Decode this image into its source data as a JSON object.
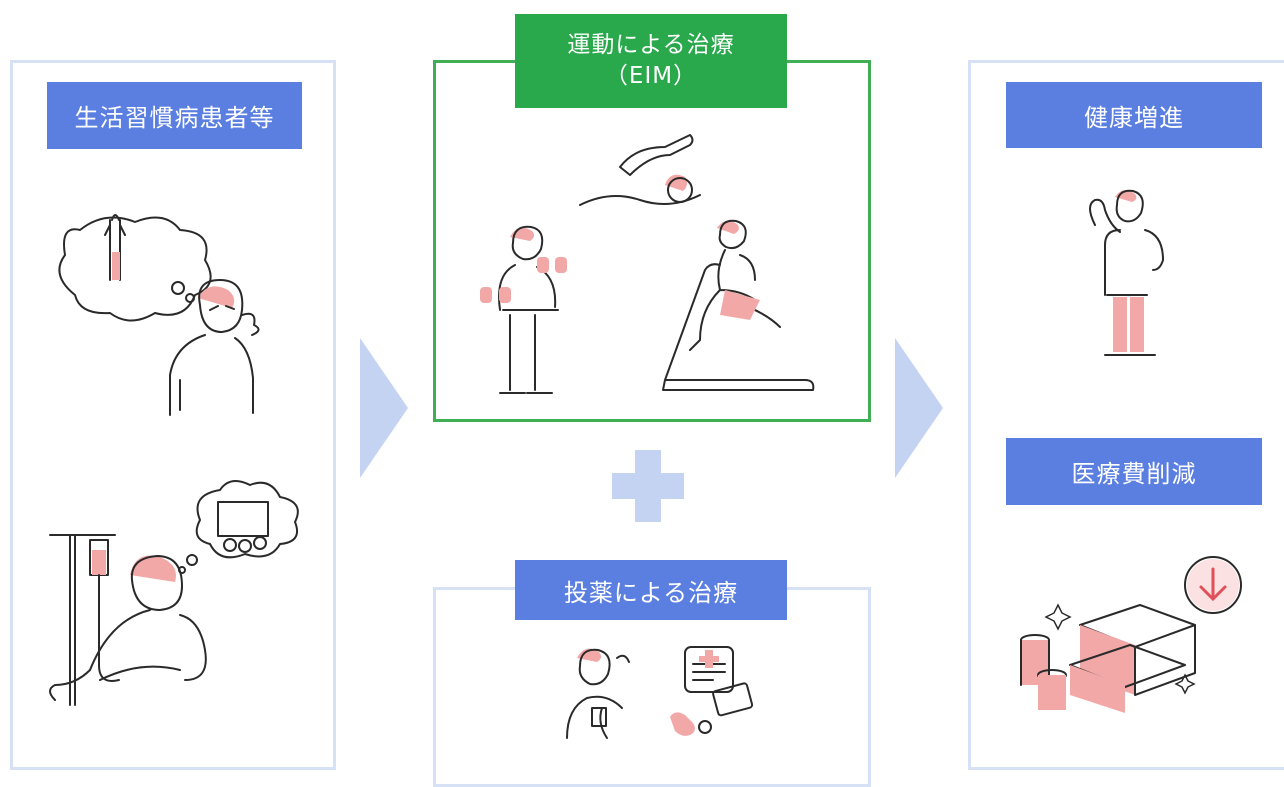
{
  "left": {
    "title": "生活習慣病患者等"
  },
  "center": {
    "exercise": {
      "title_line1": "運動による治療",
      "title_line2": "（EIM）"
    },
    "medication": {
      "title": "投薬による治療"
    }
  },
  "right": {
    "item1": "健康増進",
    "item2": "医療費削減"
  },
  "colors": {
    "label_blue": "#5b7fe0",
    "label_green": "#29a94b",
    "panel_border": "#d7e1f5",
    "exercise_border": "#3fae55",
    "arrow": "#c5d3f3",
    "accent_pink": "#f3a8a8"
  },
  "icons": [
    "sighing-man-icon",
    "hospital-patient-icon",
    "weightlifting-man-icon",
    "swimmer-icon",
    "treadmill-runner-icon",
    "pill-taking-man-icon",
    "medicine-box-icon",
    "flexing-man-icon",
    "money-stack-icon",
    "down-arrow-circle-icon",
    "plus-icon",
    "right-arrow-icon"
  ]
}
